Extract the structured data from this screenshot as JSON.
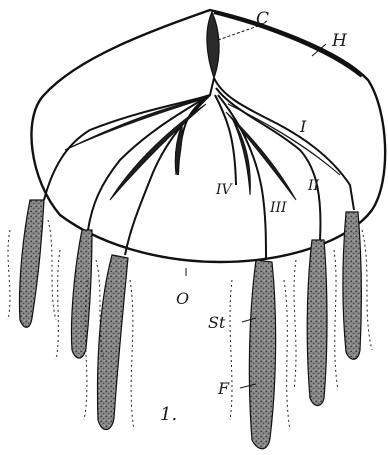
{
  "figure": {
    "number": "1.",
    "labels": {
      "central_body": "C",
      "umbrella": "H",
      "arm_1": "I",
      "arm_2": "II",
      "arm_3": "III",
      "arm_4": "IV",
      "margin": "O",
      "stalk": "St",
      "tentacle_filaments": "F"
    }
  }
}
